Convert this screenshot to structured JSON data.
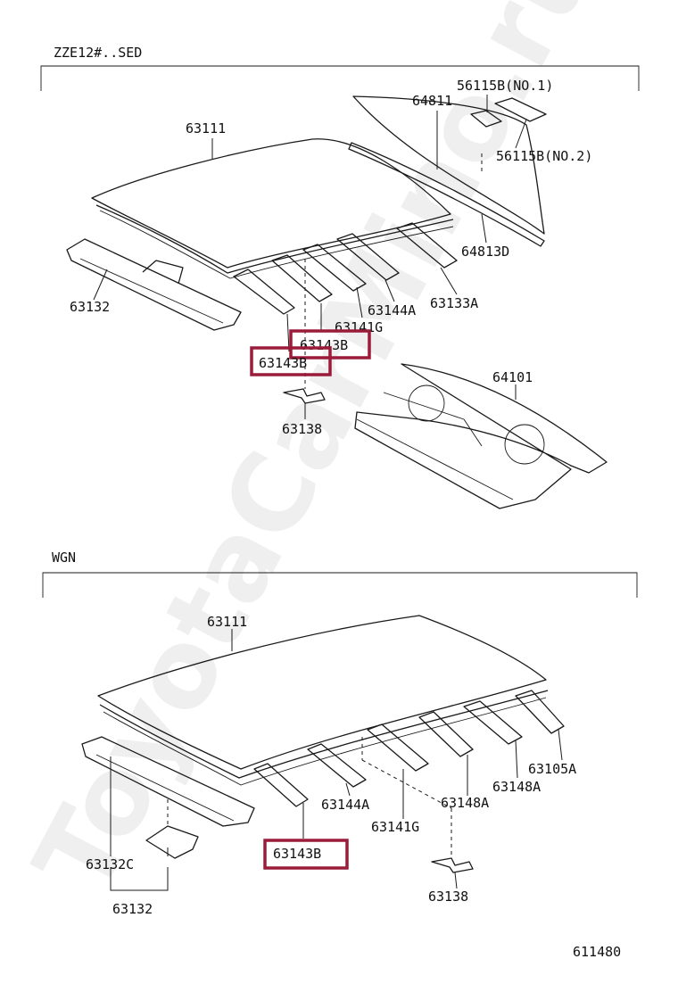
{
  "watermark": "ToyotaCarMino.ru",
  "sections": [
    {
      "title": "ZZE12#..SED",
      "callouts": [
        {
          "id": "s1-63111",
          "label": "63111",
          "highlighted": false
        },
        {
          "id": "s1-64811",
          "label": "64811",
          "highlighted": false
        },
        {
          "id": "s1-56115b-1",
          "label": "56115B(NO.1)",
          "highlighted": false
        },
        {
          "id": "s1-56115b-2",
          "label": "56115B(NO.2)",
          "highlighted": false
        },
        {
          "id": "s1-64813d",
          "label": "64813D",
          "highlighted": false
        },
        {
          "id": "s1-63132",
          "label": "63132",
          "highlighted": false
        },
        {
          "id": "s1-63133a",
          "label": "63133A",
          "highlighted": false
        },
        {
          "id": "s1-63144a",
          "label": "63144A",
          "highlighted": false
        },
        {
          "id": "s1-63141g",
          "label": "63141G",
          "highlighted": false
        },
        {
          "id": "s1-63143b-a",
          "label": "63143B",
          "highlighted": true
        },
        {
          "id": "s1-63143b-b",
          "label": "63143B",
          "highlighted": true
        },
        {
          "id": "s1-64101",
          "label": "64101",
          "highlighted": false
        },
        {
          "id": "s1-63138",
          "label": "63138",
          "highlighted": false
        }
      ]
    },
    {
      "title": "WGN",
      "callouts": [
        {
          "id": "s2-63111",
          "label": "63111",
          "highlighted": false
        },
        {
          "id": "s2-63105a",
          "label": "63105A",
          "highlighted": false
        },
        {
          "id": "s2-63148a-1",
          "label": "63148A",
          "highlighted": false
        },
        {
          "id": "s2-63148a-2",
          "label": "63148A",
          "highlighted": false
        },
        {
          "id": "s2-63144a",
          "label": "63144A",
          "highlighted": false
        },
        {
          "id": "s2-63141g",
          "label": "63141G",
          "highlighted": false
        },
        {
          "id": "s2-63143b",
          "label": "63143B",
          "highlighted": true
        },
        {
          "id": "s2-63132c",
          "label": "63132C",
          "highlighted": false
        },
        {
          "id": "s2-63132",
          "label": "63132",
          "highlighted": false
        },
        {
          "id": "s2-63138",
          "label": "63138",
          "highlighted": false
        }
      ]
    }
  ],
  "figure_number": "611480",
  "colors": {
    "highlight": "#9b1b3a",
    "ink": "#1a1a1a",
    "background": "#ffffff"
  }
}
